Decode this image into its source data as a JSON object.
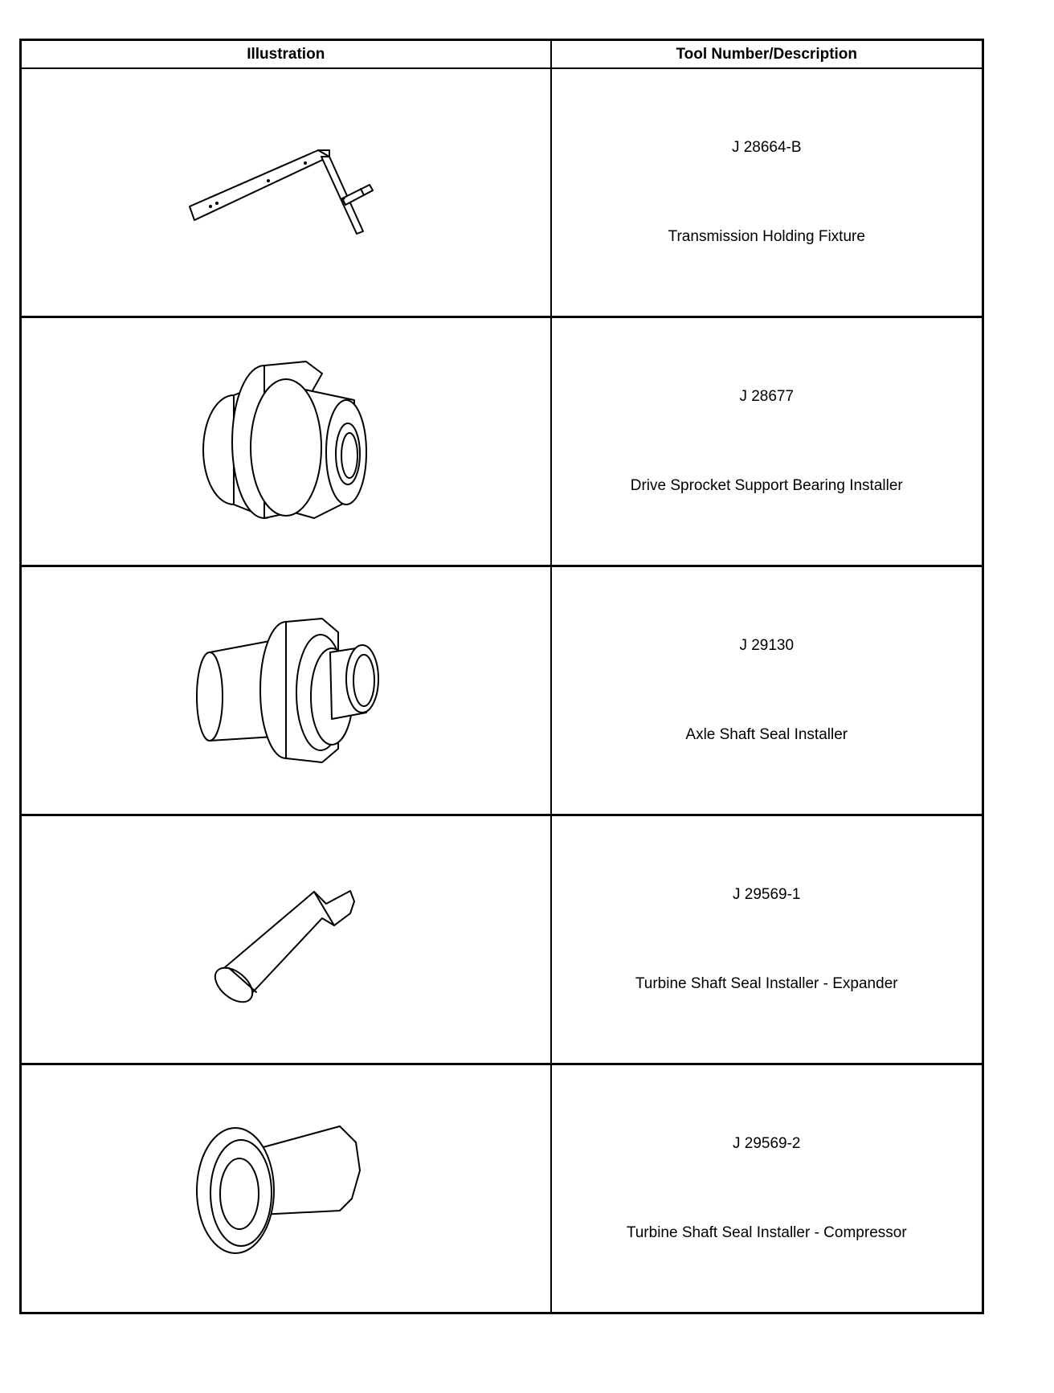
{
  "table": {
    "headers": {
      "illustration": "Illustration",
      "tool": "Tool Number/Description"
    },
    "rows": [
      {
        "illustration_icon": "holding-fixture-icon",
        "tool_number": "J 28664-B",
        "description": "Transmission Holding Fixture"
      },
      {
        "illustration_icon": "bearing-installer-icon",
        "tool_number": "J 28677",
        "description": "Drive Sprocket Support Bearing Installer"
      },
      {
        "illustration_icon": "axle-seal-installer-icon",
        "tool_number": "J 29130",
        "description": "Axle Shaft Seal Installer"
      },
      {
        "illustration_icon": "seal-expander-icon",
        "tool_number": "J 29569-1",
        "description": "Turbine Shaft Seal Installer - Expander"
      },
      {
        "illustration_icon": "seal-compressor-icon",
        "tool_number": "J 29569-2",
        "description": "Turbine Shaft Seal Installer - Compressor"
      }
    ]
  }
}
